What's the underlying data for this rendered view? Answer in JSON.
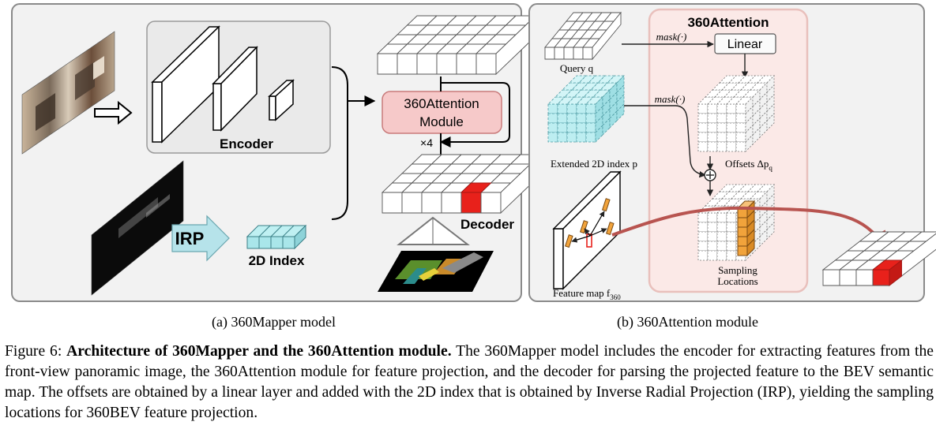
{
  "panel_a": {
    "encoder_label": "Encoder",
    "attention_module_line1": "360Attention",
    "attention_module_line2": "Module",
    "repeat_label": "×4",
    "decoder_label": "Decoder",
    "irp_label": "IRP",
    "index_label": "2D Index"
  },
  "panel_b": {
    "title": "360Attention",
    "mask_label_1": "mask(·)",
    "mask_label_2": "mask(·)",
    "linear_label": "Linear",
    "query_label": "Query q",
    "extended_index_label": "Extended 2D index p",
    "offsets_label": "Offsets Δp",
    "offsets_subscript": "q",
    "feature_map_label": "Feature map f",
    "feature_map_subscript": "360",
    "sampling_label_line1": "Sampling",
    "sampling_label_line2": "Locations"
  },
  "captions": {
    "sub_a": "(a) 360Mapper model",
    "sub_b": "(b) 360Attention module",
    "figure_prefix": "Figure 6: ",
    "figure_bold": "Architecture of 360Mapper and the 360Attention module.",
    "figure_body": " The 360Mapper model includes the encoder for extracting features from the front-view panoramic image, the 360Attention module for feature projection, and the decoder for parsing the projected feature to the BEV semantic map. The offsets are obtained by a linear layer and added with the 2D index that is obtained by Inverse Radial Projection (IRP), yielding the sampling locations for 360BEV feature projection."
  },
  "colors": {
    "attention_module_fill": "#f6c9c9",
    "attention_panel_fill": "#fbe9e7",
    "highlight_red": "#e8211b",
    "sampling_orange": "#f1a33b",
    "index_cyan": "#a9e6ea",
    "irp_arrow": "#b6e3ea",
    "flow_arrow": "#b85450"
  }
}
